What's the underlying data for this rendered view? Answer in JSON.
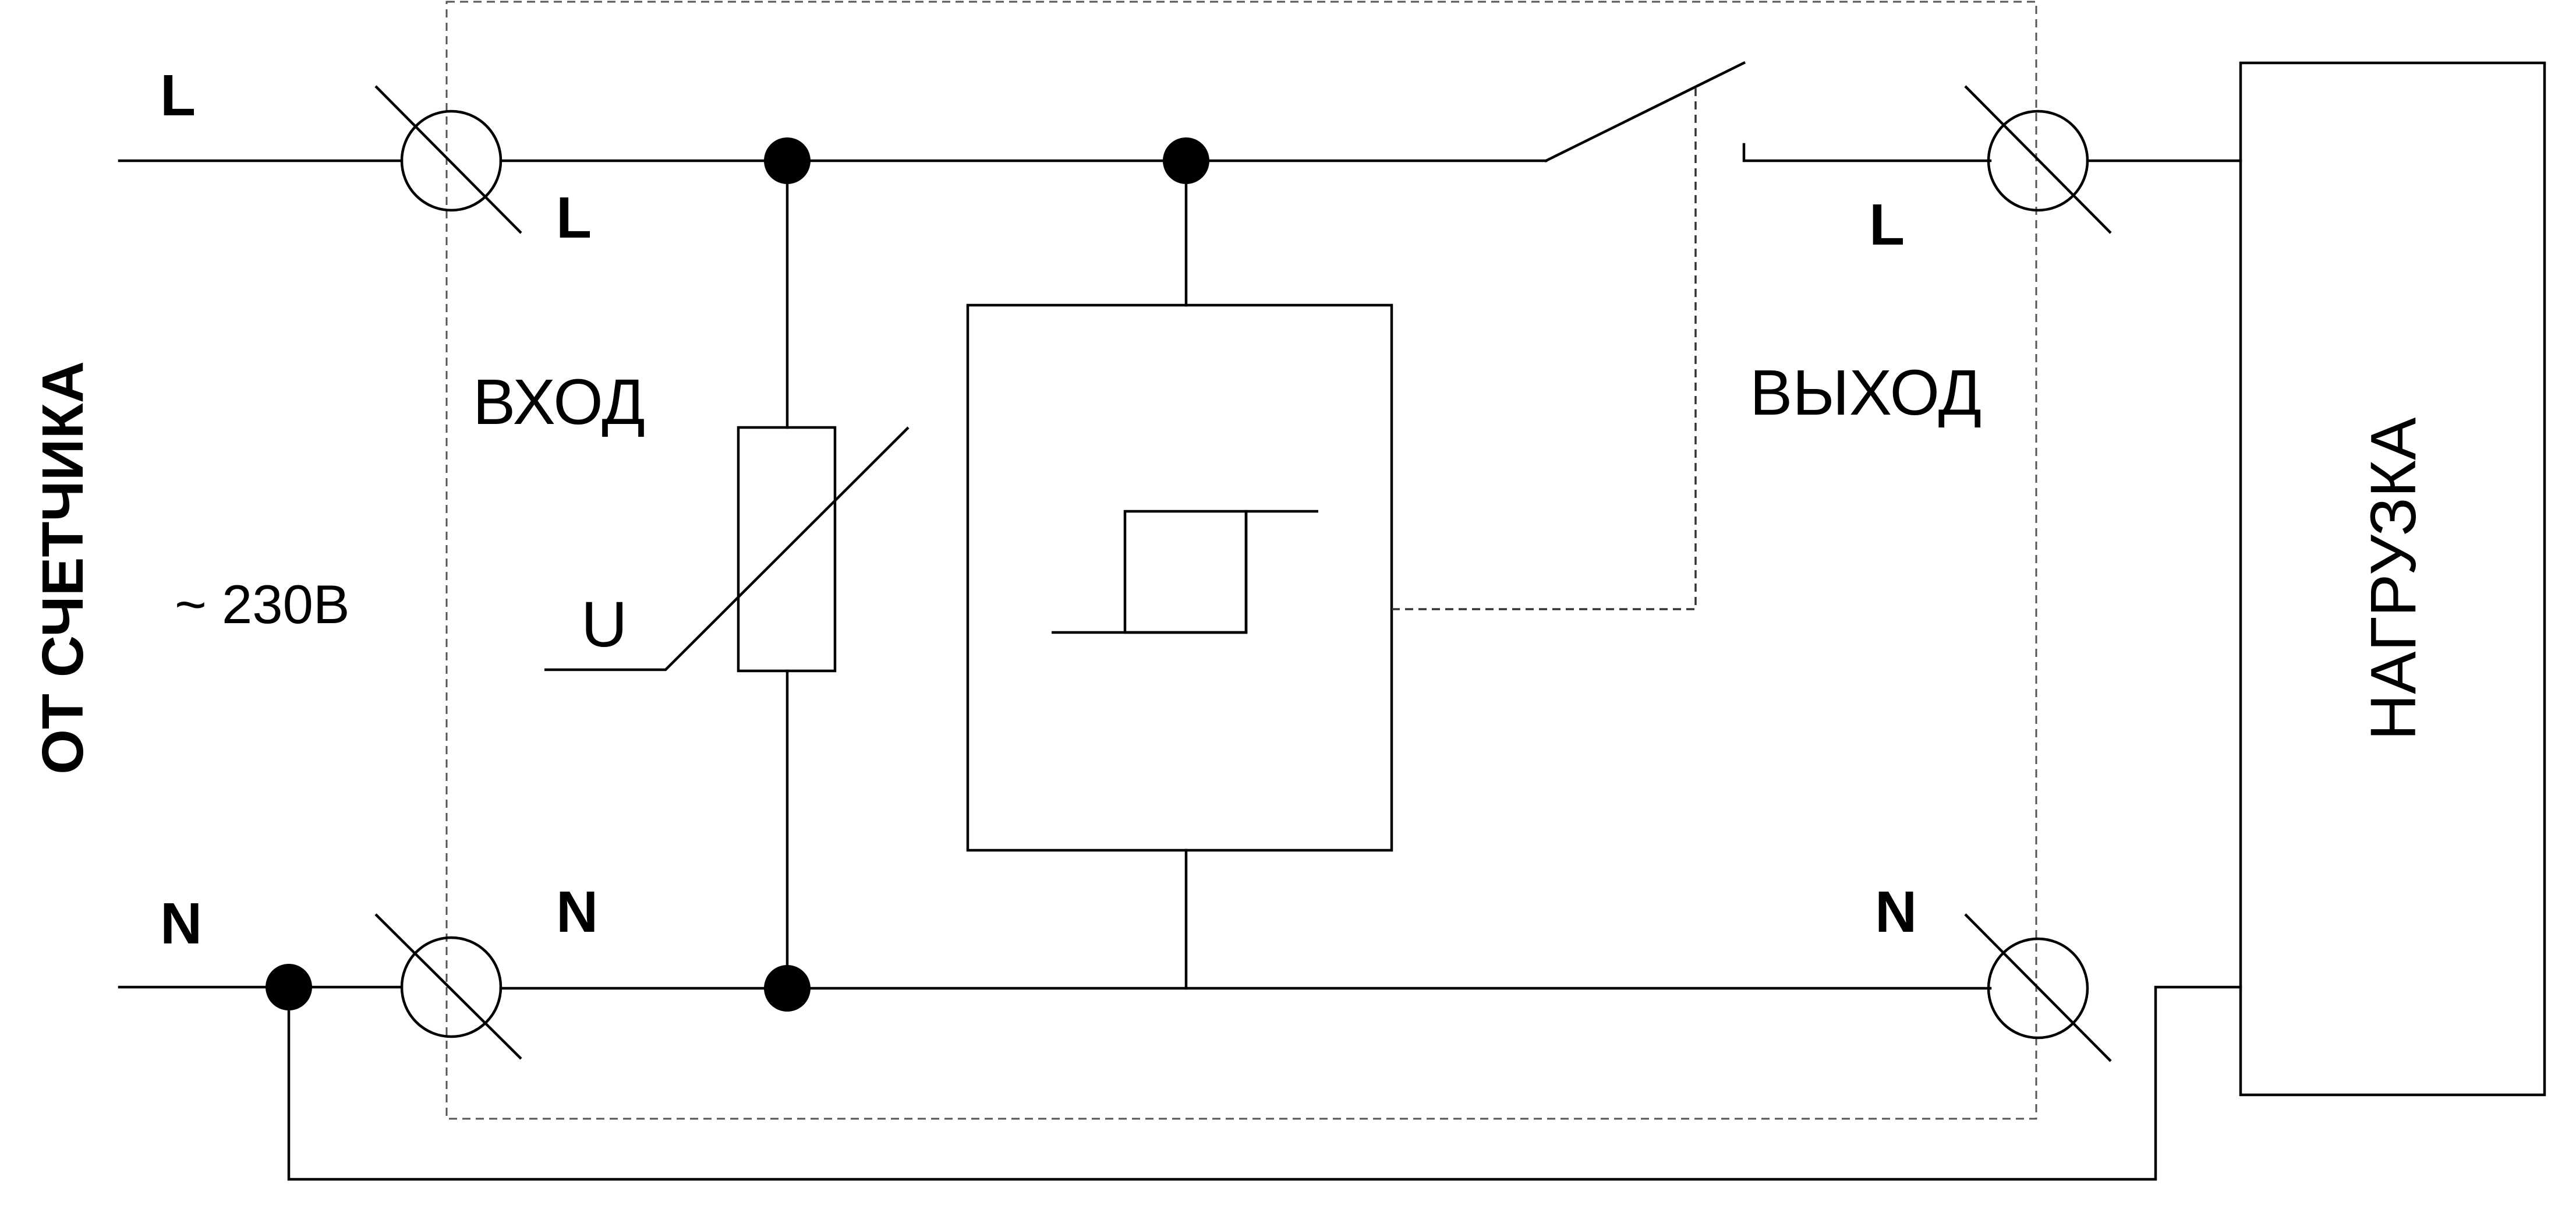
{
  "labels": {
    "left_vertical": "ОТ СЧЕТЧИКА",
    "line_in_outer": "L",
    "line_in_inner": "L",
    "line_out_inner": "L",
    "neutral_in_outer": "N",
    "neutral_in_inner": "N",
    "neutral_out_inner": "N",
    "input": "ВХОД",
    "output": "ВЫХОД",
    "voltage": "~ 230В",
    "varistor": "U",
    "load": "НАГРУЗКА"
  },
  "colors": {
    "line": "#000000",
    "dashed_border": "#555555",
    "background": "#ffffff"
  }
}
